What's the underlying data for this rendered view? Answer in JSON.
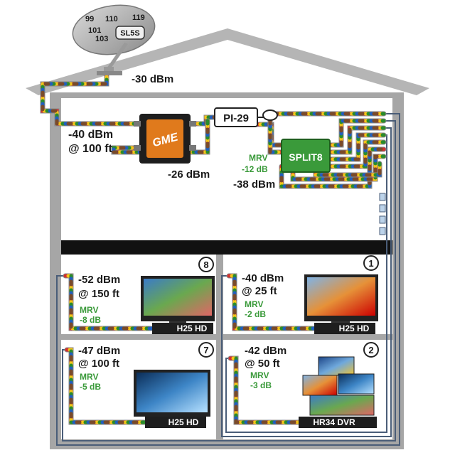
{
  "dish": {
    "sat_99": "99",
    "sat_110": "110",
    "sat_119": "119",
    "sat_101": "101",
    "sat_103": "103",
    "dish_model": "SL5S"
  },
  "signal_at_dish": "-30 dBm",
  "amplifier": {
    "brand": "GME",
    "input_level_line1": "-40 dBm",
    "input_level_line2": "@ 100 ft",
    "output_level": "-26 dBm"
  },
  "inserter": {
    "label": "PI-29"
  },
  "splitter": {
    "label": "SPLIT8",
    "mrv_label": "MRV",
    "mrv_value": "-12 dB",
    "output_level": "-38 dBm"
  },
  "rooms": [
    {
      "number": "8",
      "level_line1": "-52 dBm",
      "level_line2": "@ 150 ft",
      "mrv_label": "MRV",
      "mrv_value": "-8 dB",
      "receiver": "H25 HD"
    },
    {
      "number": "1",
      "level_line1": "-40 dBm",
      "level_line2": "@ 25 ft",
      "mrv_label": "MRV",
      "mrv_value": "-2 dB",
      "receiver": "H25 HD"
    },
    {
      "number": "7",
      "level_line1": "-47 dBm",
      "level_line2": "@ 100 ft",
      "mrv_label": "MRV",
      "mrv_value": "-5 dB",
      "receiver": "H25 HD"
    },
    {
      "number": "2",
      "level_line1": "-42 dBm",
      "level_line2": "@ 50 ft",
      "mrv_label": "MRV",
      "mrv_value": "-3 dB",
      "receiver": "HR34 DVR"
    }
  ],
  "colors": {
    "house_wall": "#a6a6a6",
    "house_fill": "#ffffff",
    "floor_bar": "#111111",
    "mrv_text": "#3a9a3a",
    "amp_orange": "#e07a1c",
    "splitter_green": "#3a9a3a",
    "cable_colors": [
      "#d32f2f",
      "#f5c518",
      "#2a8c2a",
      "#1f5fbf",
      "#7a4a2a"
    ],
    "trunk_cable": "#4a5d78"
  }
}
